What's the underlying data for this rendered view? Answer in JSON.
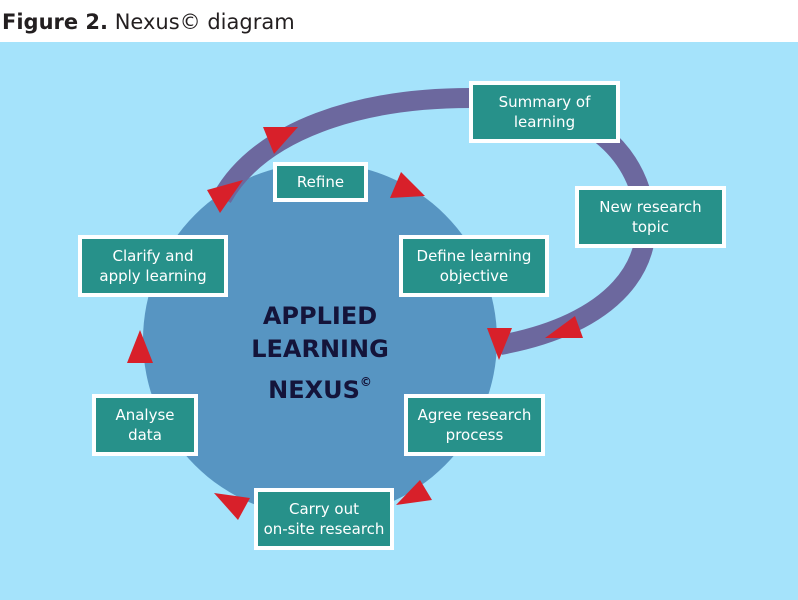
{
  "caption": {
    "label": "Figure 2.",
    "text": "Nexus© diagram"
  },
  "center": {
    "line1": "APPLIED",
    "line2": "LEARNING",
    "line3": "NEXUS",
    "mark": "©"
  },
  "steps": [
    {
      "id": "refine",
      "line1": "Refine",
      "line2": ""
    },
    {
      "id": "define-learning-objective",
      "line1": "Define learning",
      "line2": "objective"
    },
    {
      "id": "agree-research-process",
      "line1": "Agree research",
      "line2": "process"
    },
    {
      "id": "carry-out-on-site-research",
      "line1": "Carry out",
      "line2": "on-site research"
    },
    {
      "id": "analyse-data",
      "line1": "Analyse",
      "line2": "data"
    },
    {
      "id": "clarify-and-apply-learning",
      "line1": "Clarify and",
      "line2": "apply learning"
    },
    {
      "id": "summary-of-learning",
      "line1": "Summary of",
      "line2": "learning"
    },
    {
      "id": "new-research-topic",
      "line1": "New research",
      "line2": "topic"
    }
  ],
  "colors": {
    "background": "#a5e3fb",
    "circle": "#5795c2",
    "outer_loop": "#6c689e",
    "box_fill": "#27918a",
    "box_border": "#ffffff",
    "arrow": "#d8202a",
    "title_text": "#14143a"
  }
}
